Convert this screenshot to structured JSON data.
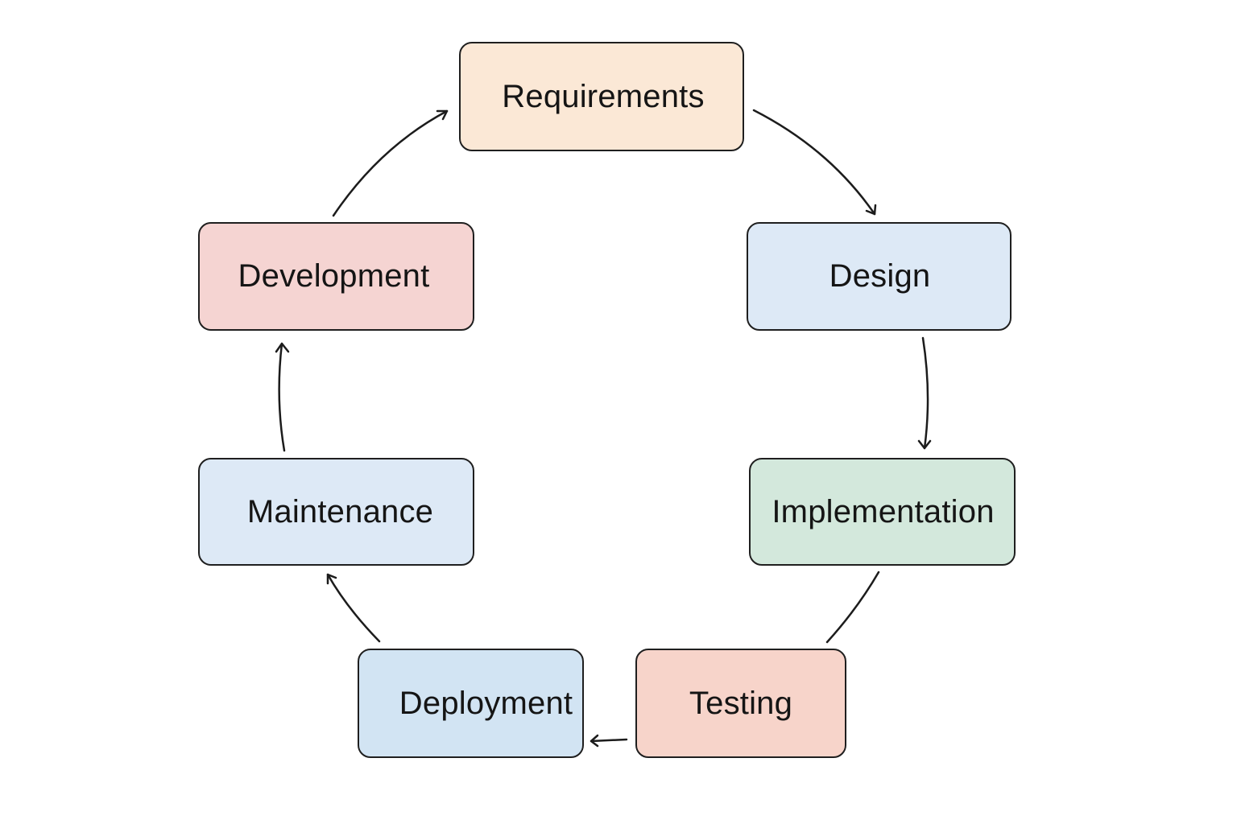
{
  "diagram": {
    "nodes": [
      {
        "id": "requirements",
        "label": "Requirements",
        "fill": "#fbe8d6"
      },
      {
        "id": "design",
        "label": "Design",
        "fill": "#dde9f6"
      },
      {
        "id": "implementation",
        "label": "Implementation",
        "fill": "#d3e8dc"
      },
      {
        "id": "testing",
        "label": "Testing",
        "fill": "#f7d4ca"
      },
      {
        "id": "deployment",
        "label": "Deployment",
        "fill": "#d2e4f3"
      },
      {
        "id": "maintenance",
        "label": "Maintenance",
        "fill": "#dde9f6"
      },
      {
        "id": "development",
        "label": "Development",
        "fill": "#f5d4d2"
      }
    ],
    "edges": [
      {
        "from": "requirements",
        "to": "design"
      },
      {
        "from": "design",
        "to": "implementation"
      },
      {
        "from": "implementation",
        "to": "testing"
      },
      {
        "from": "testing",
        "to": "deployment"
      },
      {
        "from": "deployment",
        "to": "maintenance"
      },
      {
        "from": "maintenance",
        "to": "development"
      },
      {
        "from": "development",
        "to": "requirements"
      }
    ]
  }
}
